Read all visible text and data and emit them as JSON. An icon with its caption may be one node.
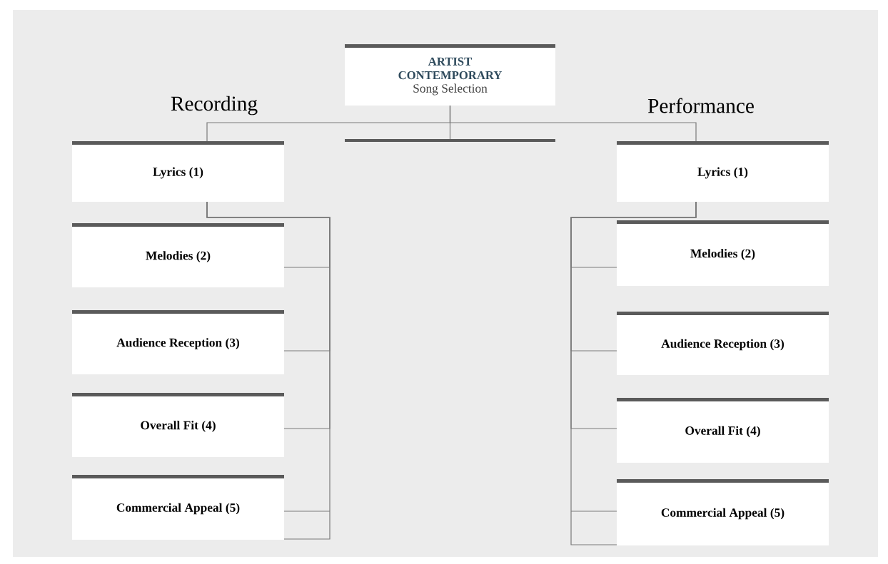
{
  "diagram": {
    "nodes": [
      {
        "text": [
          "ARTIST CONTEMPORARY",
          "Song Selection"
        ]
      },
      {
        "text": [],
        "shape": "bar"
      },
      {
        "text": [
          "Lyrics (1)"
        ]
      },
      {
        "text": [
          "Melodies (2)"
        ]
      },
      {
        "text": [
          "Audience Reception (3)"
        ]
      },
      {
        "text": [
          "Overall Fit (4)"
        ]
      },
      {
        "text": [
          "Commercial Appeal (5)"
        ]
      },
      {
        "text": [
          "Lyrics (1)"
        ]
      },
      {
        "text": [
          "Melodies (2)"
        ]
      },
      {
        "text": [
          "Audience Reception (3)"
        ]
      },
      {
        "text": [
          "Overall Fit (4)"
        ]
      },
      {
        "text": [
          "Commercial Appeal (5)"
        ]
      }
    ],
    "edges": [
      {
        "from": 0,
        "to": 2,
        "arrow": "none"
      },
      {
        "from": 0,
        "to": 1,
        "arrow": "none"
      },
      {
        "from": 0,
        "to": 7,
        "arrow": "none"
      },
      {
        "from": 2,
        "to": 3,
        "arrow": "none"
      },
      {
        "from": 2,
        "to": 4,
        "arrow": "none"
      },
      {
        "from": 2,
        "to": 5,
        "arrow": "none"
      },
      {
        "from": 2,
        "to": 6,
        "arrow": "none"
      },
      {
        "from": 7,
        "to": 8,
        "arrow": "none"
      },
      {
        "from": 7,
        "to": 9,
        "arrow": "none"
      },
      {
        "from": 7,
        "to": 10,
        "arrow": "none"
      },
      {
        "from": 7,
        "to": 11,
        "arrow": "none"
      }
    ],
    "labels": [
      "Recording",
      "Performance"
    ]
  }
}
